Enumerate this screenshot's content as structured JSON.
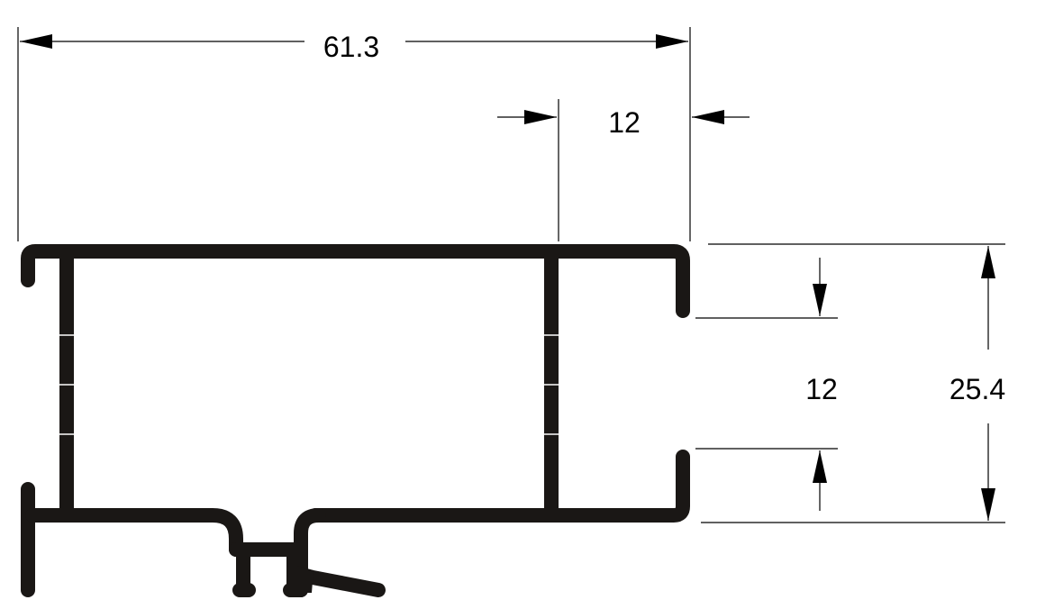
{
  "dimensions": {
    "overall_width": "61.3",
    "top_right_width": "12",
    "opening_height": "12",
    "overall_height": "25.4"
  },
  "colors": {
    "profile": "#1a1715",
    "lines": "#000000",
    "background": "#ffffff"
  }
}
